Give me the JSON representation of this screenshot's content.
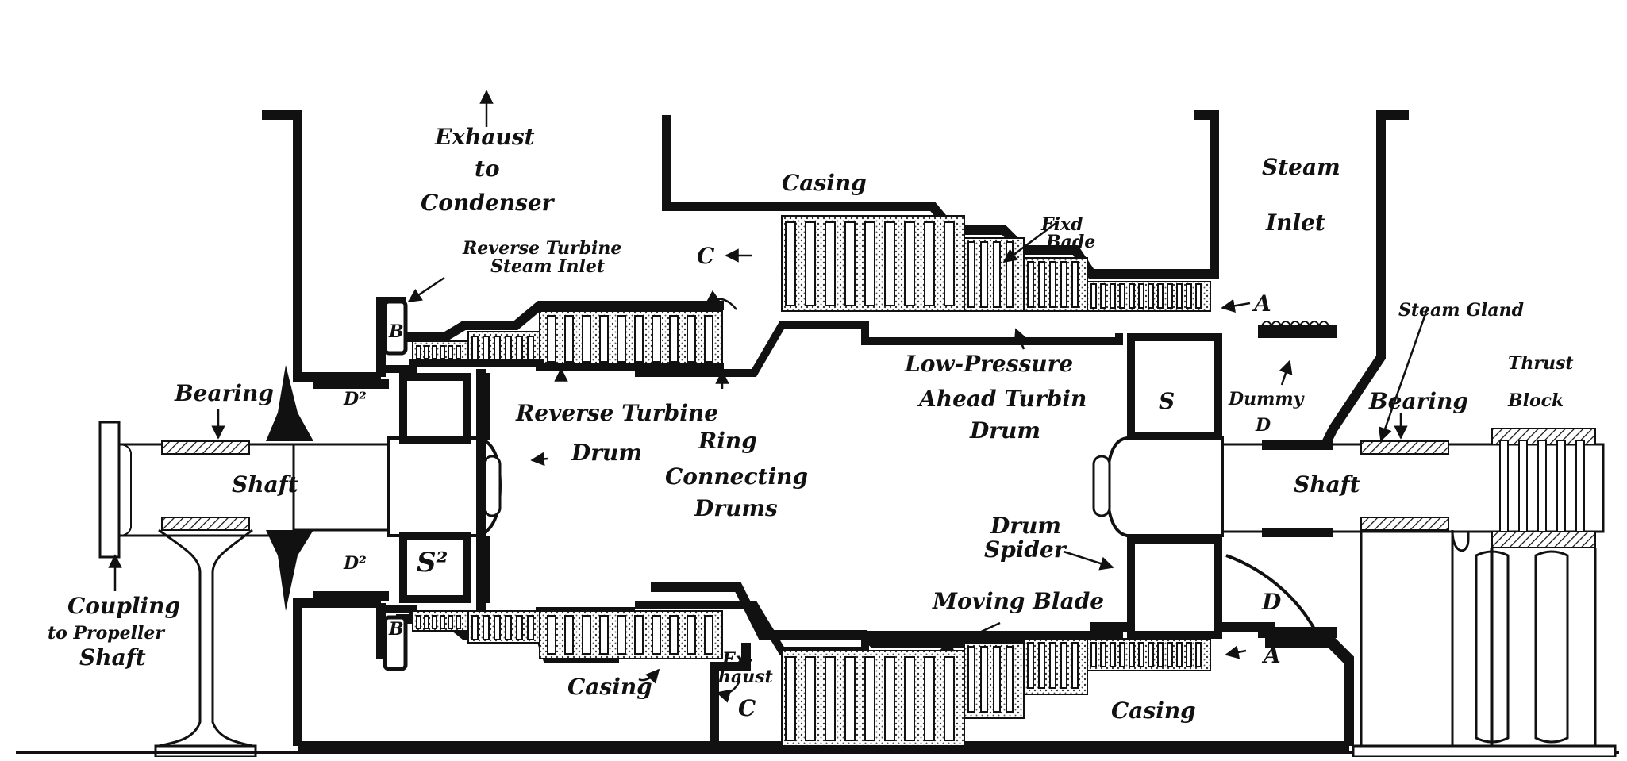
{
  "diagram": {
    "colors": {
      "ink": "#111111",
      "paper": "#ffffff",
      "shade": "#777777"
    },
    "labels": {
      "exhaust_1": "Exhaust",
      "exhaust_2": "to",
      "exhaust_3": "Condenser",
      "casing_top": "Casing",
      "steam_inlet_1": "Steam",
      "steam_inlet_2": "Inlet",
      "fixed_blade_1": "Fixd",
      "fixed_blade_2": "Bade",
      "reverse_inlet_1": "Reverse Turbine",
      "reverse_inlet_2": "Steam Inlet",
      "c_top": "C",
      "a_top": "A",
      "b_top": "B",
      "steam_gland": "Steam Gland",
      "thrust_1": "Thrust",
      "thrust_2": "Block",
      "bearing_left": "Bearing",
      "bearing_right": "Bearing",
      "d2_top": "D²",
      "reverse_drum_1": "Reverse Turbine",
      "reverse_drum_2": "Drum",
      "ring_1": "Ring",
      "ring_2": "Connecting",
      "ring_3": "Drums",
      "lp_1": "Low-Pressure",
      "lp_2": "Ahead Turbin",
      "lp_3": "Drum",
      "s_upper": "S",
      "dummy_1": "Dummy",
      "dummy_2": "D",
      "shaft_left": "Shaft",
      "shaft_right": "Shaft",
      "drum_spider_1": "Drum",
      "drum_spider_2": "Spider",
      "d2_bottom": "D²",
      "s2": "S²",
      "b_bottom": "B",
      "coupling_1": "Coupling",
      "coupling_2": "to Propeller",
      "coupling_3": "Shaft",
      "moving_blade": "Moving Blade",
      "d_bottom": "D",
      "a_bottom": "A",
      "casing_bottom_left": "Casing",
      "exhaust_bottom_1": "Ex-",
      "exhaust_bottom_2": "haust",
      "c_bottom": "C",
      "casing_bottom_right": "Casing"
    }
  }
}
